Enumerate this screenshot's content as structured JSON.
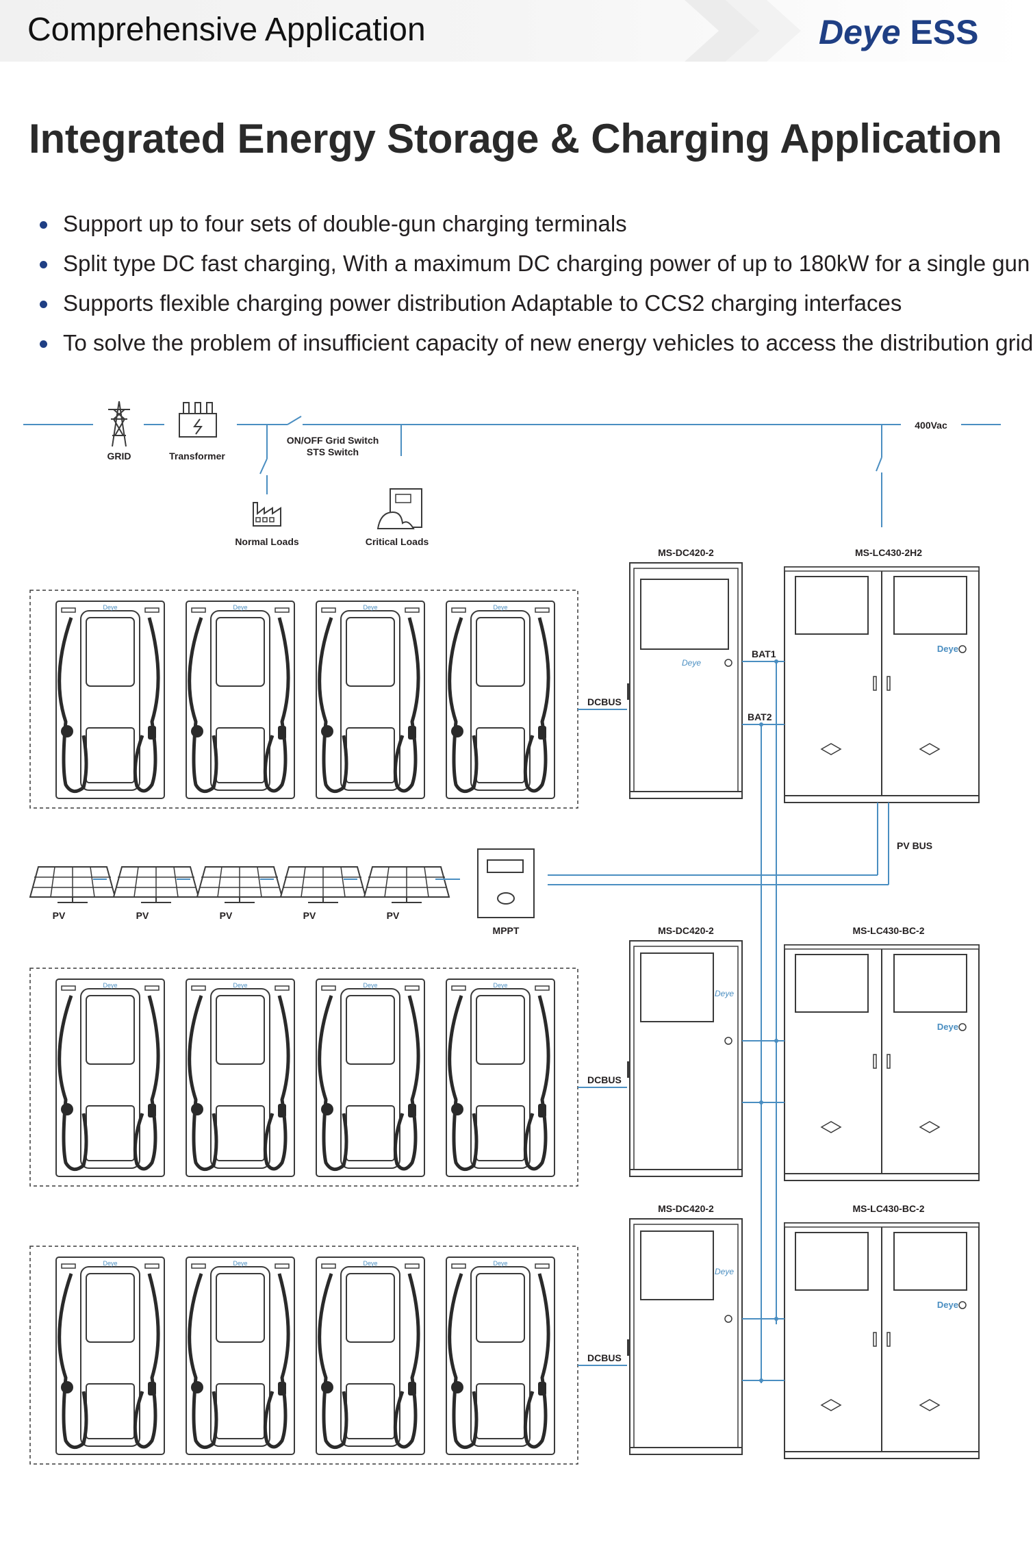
{
  "header": {
    "section_title": "Comprehensive Application",
    "logo_brand": "Deye",
    "logo_suffix": "ESS"
  },
  "main": {
    "title": "Integrated Energy Storage & Charging Application",
    "bullets": [
      "Support up to four sets of double-gun charging terminals",
      "Split type DC fast charging, With a maximum DC charging power of up to 180kW for a single gun",
      "Supports flexible charging power distribution Adaptable to CCS2 charging interfaces",
      "To solve the problem of insufficient capacity of new energy vehicles to access the distribution grid"
    ]
  },
  "diagram": {
    "grid_label": "GRID",
    "transformer_label": "Transformer",
    "switch_label_1": "ON/OFF Grid Switch",
    "switch_label_2": "STS Switch",
    "voltage_label": "400Vac",
    "normal_loads_label": "Normal Loads",
    "critical_loads_label": "Critical Loads",
    "charger_brand": "Deye",
    "cabinet_brand": "Deye",
    "dcbus_label": "DCBUS",
    "bat1_label": "BAT1",
    "bat2_label": "BAT2",
    "pv_bus_label": "PV BUS",
    "pv_label": "PV",
    "mppt_label": "MPPT",
    "row1": {
      "dc_model": "MS-DC420-2",
      "lc_model": "MS-LC430-2H2"
    },
    "row2": {
      "dc_model": "MS-DC420-2",
      "lc_model": "MS-LC430-BC-2"
    },
    "row3": {
      "dc_model": "MS-DC420-2",
      "lc_model": "MS-LC430-BC-2"
    },
    "colors": {
      "wire": "#4a8ec1",
      "brand": "#1f3f84",
      "line": "#3a3a3a"
    }
  }
}
